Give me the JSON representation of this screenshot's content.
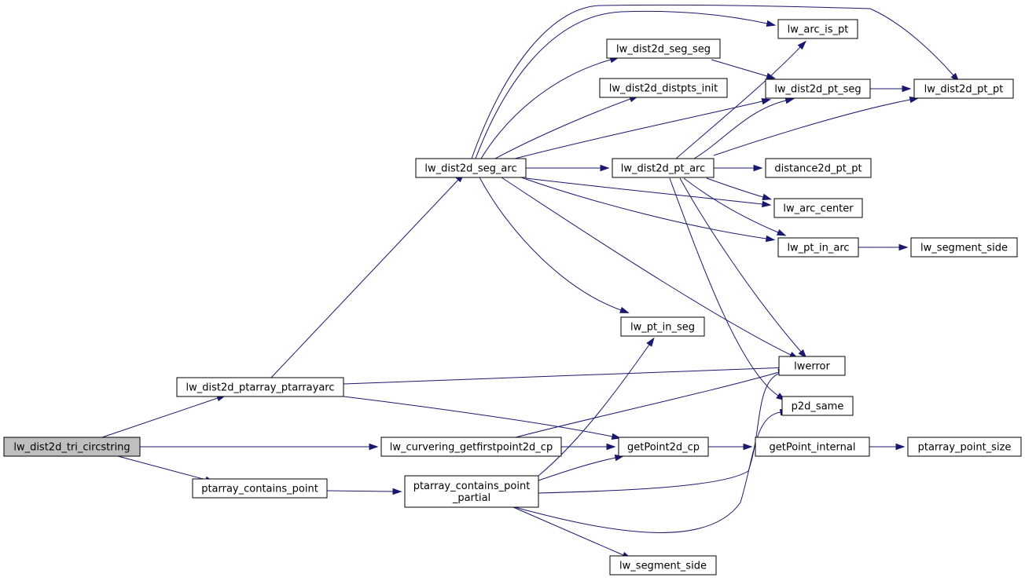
{
  "colors": {
    "edge": "#191970",
    "node_fill": "#ffffff",
    "node_highlight_fill": "#bfbfbf",
    "node_border": "#000000",
    "background": "#ffffff"
  },
  "nodes": {
    "tri_circstring": {
      "lines": [
        "lw_dist2d_tri_circstring"
      ],
      "highlight": true
    },
    "ptarray_ptarrayarc": {
      "lines": [
        "lw_dist2d_ptarray_ptarrayarc"
      ]
    },
    "getfirstpoint": {
      "lines": [
        "lw_curvering_getfirstpoint2d_cp"
      ]
    },
    "contains_point": {
      "lines": [
        "ptarray_contains_point"
      ]
    },
    "seg_arc": {
      "lines": [
        "lw_dist2d_seg_arc"
      ]
    },
    "contains_partial": {
      "lines": [
        "ptarray_contains_point",
        "_partial"
      ]
    },
    "seg_seg": {
      "lines": [
        "lw_dist2d_seg_seg"
      ]
    },
    "distpts_init": {
      "lines": [
        "lw_dist2d_distpts_init"
      ]
    },
    "pt_arc": {
      "lines": [
        "lw_dist2d_pt_arc"
      ]
    },
    "pt_in_seg": {
      "lines": [
        "lw_pt_in_seg"
      ]
    },
    "getPoint2d_cp": {
      "lines": [
        "getPoint2d_cp"
      ]
    },
    "segment_side_bottom": {
      "lines": [
        "lw_segment_side"
      ]
    },
    "arc_is_pt": {
      "lines": [
        "lw_arc_is_pt"
      ]
    },
    "pt_seg": {
      "lines": [
        "lw_dist2d_pt_seg"
      ]
    },
    "distance2d": {
      "lines": [
        "distance2d_pt_pt"
      ]
    },
    "arc_center": {
      "lines": [
        "lw_arc_center"
      ]
    },
    "pt_in_arc": {
      "lines": [
        "lw_pt_in_arc"
      ]
    },
    "lwerror": {
      "lines": [
        "lwerror"
      ]
    },
    "p2d_same": {
      "lines": [
        "p2d_same"
      ]
    },
    "getPoint_internal": {
      "lines": [
        "getPoint_internal"
      ]
    },
    "pt_pt": {
      "lines": [
        "lw_dist2d_pt_pt"
      ]
    },
    "segment_side_right": {
      "lines": [
        "lw_segment_side"
      ]
    },
    "point_size": {
      "lines": [
        "ptarray_point_size"
      ]
    }
  },
  "edges": [
    [
      "tri_circstring",
      "ptarray_ptarrayarc"
    ],
    [
      "tri_circstring",
      "getfirstpoint"
    ],
    [
      "tri_circstring",
      "contains_point"
    ],
    [
      "ptarray_ptarrayarc",
      "seg_arc"
    ],
    [
      "ptarray_ptarrayarc",
      "lwerror"
    ],
    [
      "ptarray_ptarrayarc",
      "getPoint2d_cp"
    ],
    [
      "seg_arc",
      "arc_is_pt"
    ],
    [
      "seg_arc",
      "pt_pt"
    ],
    [
      "seg_arc",
      "seg_seg"
    ],
    [
      "seg_arc",
      "distpts_init"
    ],
    [
      "seg_arc",
      "pt_seg"
    ],
    [
      "seg_arc",
      "pt_arc"
    ],
    [
      "seg_arc",
      "arc_center"
    ],
    [
      "seg_arc",
      "pt_in_arc"
    ],
    [
      "seg_arc",
      "pt_in_seg"
    ],
    [
      "seg_arc",
      "lwerror"
    ],
    [
      "seg_seg",
      "pt_seg"
    ],
    [
      "pt_seg",
      "pt_pt"
    ],
    [
      "pt_arc",
      "arc_is_pt"
    ],
    [
      "pt_arc",
      "pt_seg"
    ],
    [
      "pt_arc",
      "pt_pt"
    ],
    [
      "pt_arc",
      "distance2d"
    ],
    [
      "pt_arc",
      "arc_center"
    ],
    [
      "pt_arc",
      "pt_in_arc"
    ],
    [
      "pt_arc",
      "lwerror"
    ],
    [
      "pt_arc",
      "p2d_same"
    ],
    [
      "pt_in_arc",
      "segment_side_right"
    ],
    [
      "getfirstpoint",
      "getPoint2d_cp"
    ],
    [
      "getfirstpoint",
      "lwerror"
    ],
    [
      "getPoint2d_cp",
      "getPoint_internal"
    ],
    [
      "getPoint_internal",
      "point_size"
    ],
    [
      "contains_point",
      "contains_partial"
    ],
    [
      "contains_partial",
      "pt_in_seg"
    ],
    [
      "contains_partial",
      "getPoint2d_cp"
    ],
    [
      "contains_partial",
      "lwerror"
    ],
    [
      "contains_partial",
      "p2d_same"
    ],
    [
      "contains_partial",
      "segment_side_bottom"
    ]
  ]
}
